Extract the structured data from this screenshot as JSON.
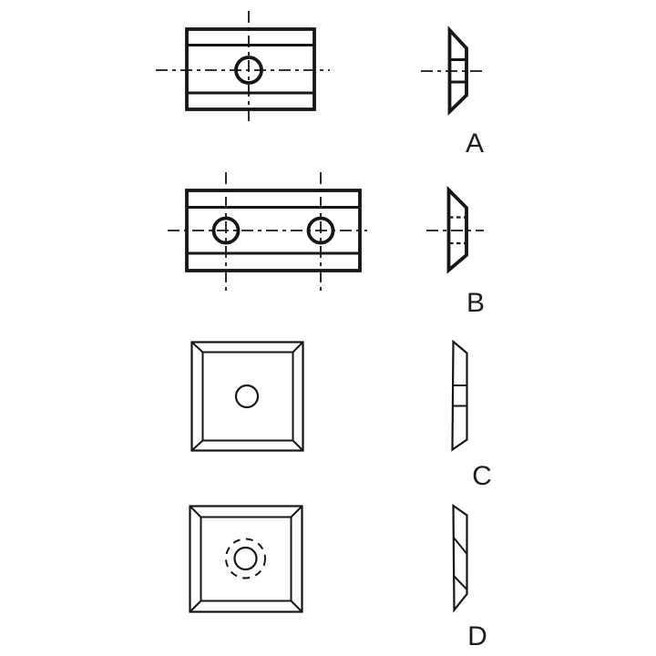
{
  "drawing": {
    "background": "#ffffff",
    "line_color": "#161616",
    "label_color": "#1d1d1d",
    "rows": [
      {
        "label": "A"
      },
      {
        "label": "B"
      },
      {
        "label": "C"
      },
      {
        "label": "D"
      }
    ]
  }
}
